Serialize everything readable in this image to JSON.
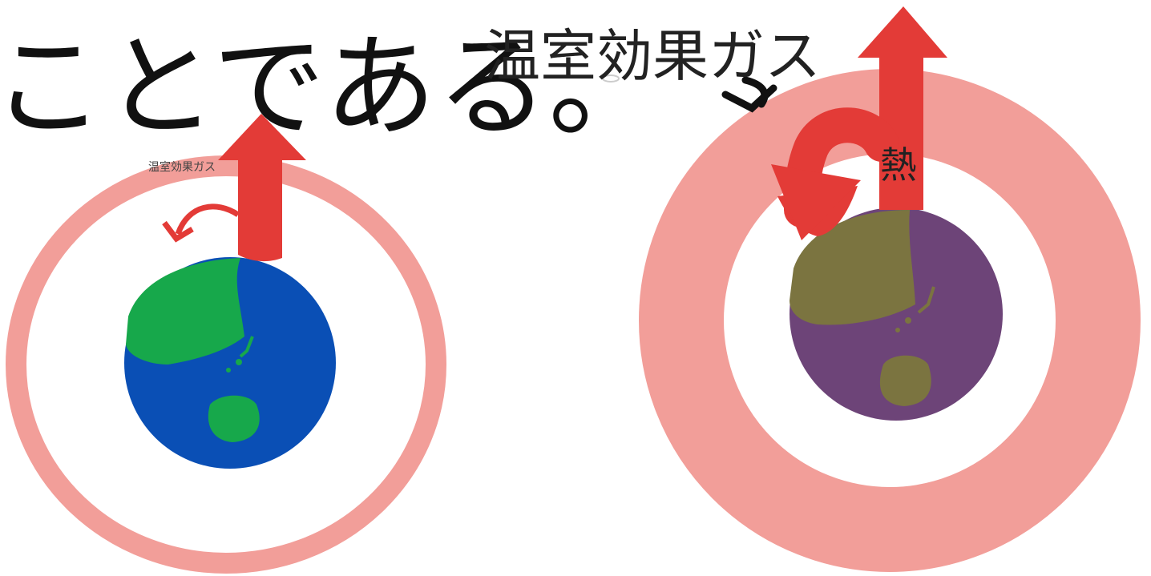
{
  "headline_text": "ことである。",
  "left_figure": {
    "gas_label": "温室効果ガス"
  },
  "right_figure": {
    "gas_label": "温室効果ガス",
    "heat_label": "熱"
  },
  "colors": {
    "gas_layer": "#f29e99",
    "heat_arrow": "#e33b37",
    "ocean_normal": "#0a4fb5",
    "land_normal": "#17a84b",
    "ocean_heated": "#6d4478",
    "land_heated": "#7b7440",
    "text": "#111111"
  },
  "icons": [
    "earth-icon",
    "heat-arrow-icon",
    "curved-arrow-icon",
    "pointer-arrow-icon"
  ]
}
